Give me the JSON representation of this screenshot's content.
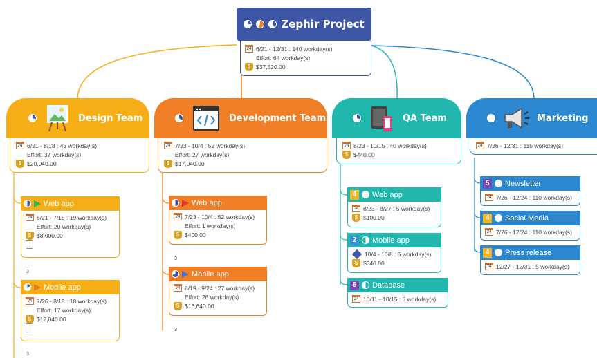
{
  "root": {
    "title": "Zephir Project",
    "dates": "6/21 - 12/31 : 140 workday(s)",
    "effort": "Effort: 64 workday(s)",
    "cost": "$37,520.00",
    "icons": [
      "progress-pie-icon",
      "progress-pie-icon",
      "progress-pie-icon"
    ]
  },
  "teams": [
    {
      "title": "Design Team",
      "color": "#f6ae17",
      "icon": "easel-picture-icon",
      "dates": "6/21 - 8/18 : 43 workday(s)",
      "effort": "Effort: 37 workday(s)",
      "cost": "$20,040.00",
      "tasks": [
        {
          "label": "Web app",
          "dates": "6/21 - 7/15 : 19 workday(s)",
          "effort": "Effort: 20 workday(s)",
          "cost": "$8,000.00",
          "count": "3",
          "flag_color": "#2db34a"
        },
        {
          "label": "Mobile app",
          "dates": "7/26 - 8/18 : 18 workday(s)",
          "effort": "Effort: 17 workday(s)",
          "cost": "$12,040.00",
          "count": "3",
          "flag_color": "#e07a2a"
        }
      ]
    },
    {
      "title": "Development Team",
      "color": "#f07e26",
      "icon": "code-window-icon",
      "dates": "7/23 - 10/4 : 52 workday(s)",
      "effort": "Effort: 27 workday(s)",
      "cost": "$17,040.00",
      "tasks": [
        {
          "label": "Web app",
          "dates": "7/23 - 10/4 : 52 workday(s)",
          "effort": "Effort: 1 workday(s)",
          "cost": "$400.00",
          "count": "3",
          "flag_color": "#e8352b"
        },
        {
          "label": "Mobile app",
          "dates": "8/19 - 9/24 : 27 workday(s)",
          "effort": "Effort: 26 workday(s)",
          "cost": "$16,640.00",
          "count": "3",
          "flag_color": "#4a6fd8"
        }
      ]
    },
    {
      "title": "QA Team",
      "color": "#21b7ad",
      "icon": "devices-icon",
      "dates": "8/23 - 10/15 : 40 workday(s)",
      "cost": "$440.00",
      "tasks": [
        {
          "num": "4",
          "num_color": "#f4b51e",
          "label": "Web app",
          "dates": "8/23 - 8/27 : 5 workday(s)",
          "cost": "$100.00"
        },
        {
          "num": "2",
          "num_color": "#3b8fd8",
          "label": "Mobile app",
          "dates": "10/4 - 10/8 : 5 workday(s)",
          "cost": "$340.00"
        },
        {
          "num": "5",
          "num_color": "#7a4ab0",
          "label": "Database",
          "dates": "10/11 - 10/15 : 5 workday(s)"
        }
      ]
    },
    {
      "title": "Marketing",
      "color": "#2a87d0",
      "icon": "megaphone-icon",
      "dates": "7/26 - 12/31 : 115 workday(s)",
      "tasks": [
        {
          "num": "5",
          "num_color": "#7a4ab0",
          "label": "Newsletter",
          "dates": "7/26 - 12/24 : 110 workday(s)"
        },
        {
          "num": "4",
          "num_color": "#f4b51e",
          "label": "Social Media",
          "dates": "7/26 - 12/24 : 110 workday(s)"
        },
        {
          "num": "4",
          "num_color": "#f4b51e",
          "label": "Press release",
          "dates": "12/27 - 12/31 : 5 workday(s)"
        }
      ]
    }
  ],
  "calendar_glyph": "24",
  "money_glyph": "$"
}
